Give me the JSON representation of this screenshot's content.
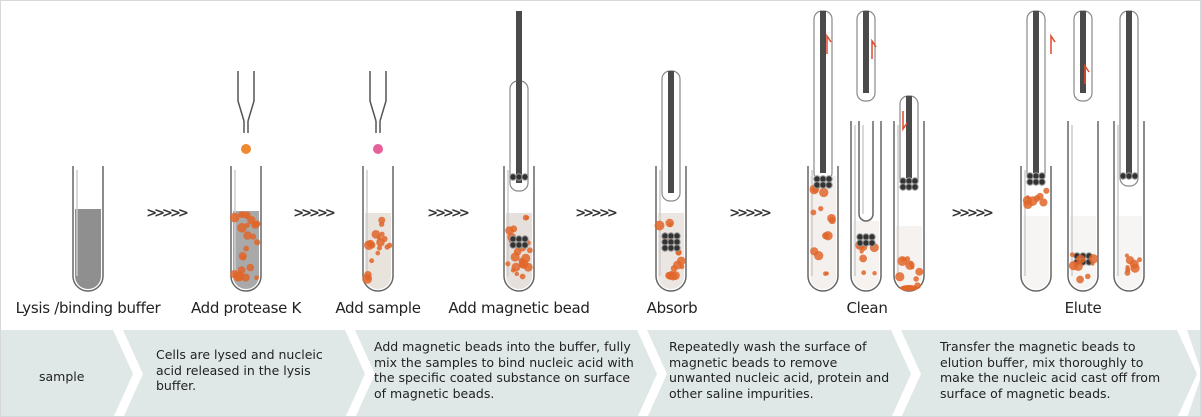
{
  "steps": [
    {
      "label": "Lysis /binding buffer"
    },
    {
      "label": "Add protease K"
    },
    {
      "label": "Add sample"
    },
    {
      "label": "Add magnetic bead"
    },
    {
      "label": "Absorb"
    },
    {
      "label": "Clean"
    },
    {
      "label": "Elute"
    }
  ],
  "arrow_glyph": ">>>>>",
  "descriptions": [
    "sample",
    "Cells are lysed and nucleic acid released in the lysis buffer.",
    "Add magnetic beads into the buffer, fully mix the samples to bind nucleic acid with the specific coated substance on surface of magnetic beads.",
    "Repeatedly wash the surface of magnetic beads to remove unwanted nucleic acid, protein and other saline impurities.",
    "Transfer the magnetic beads to elution buffer, mix thoroughly to make the nucleic acid cast off from surface of magnetic beads."
  ],
  "colors": {
    "band": "#dfe7e7",
    "orange": "#e0662a",
    "rod": "#4a4a4a",
    "buffer": "#8a8a8a"
  }
}
